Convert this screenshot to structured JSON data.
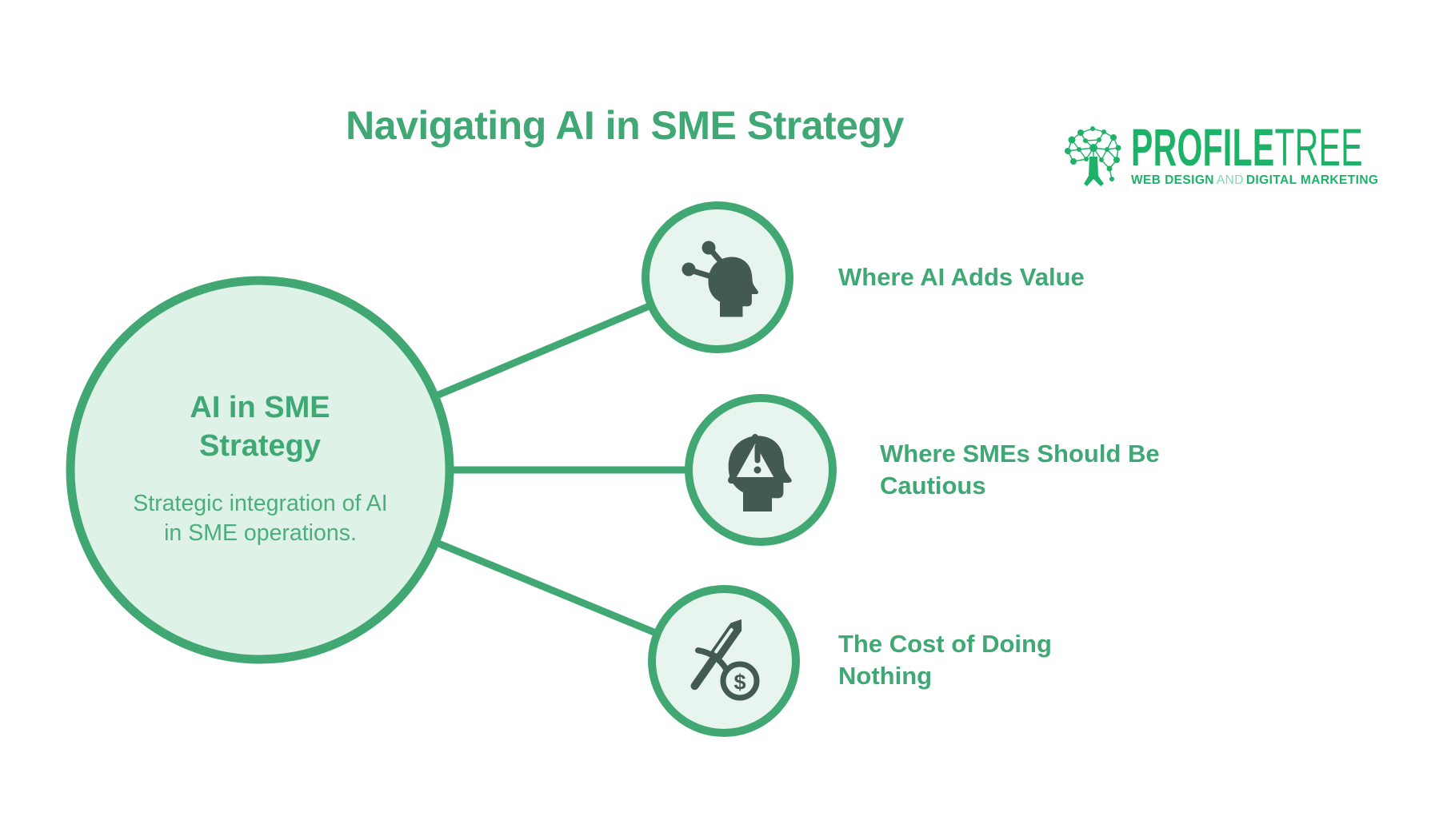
{
  "title": "Navigating AI in SME Strategy",
  "logo": {
    "brand_bold": "PROFILE",
    "brand_light": "TREE",
    "tagline_web_design": "WEB DESIGN",
    "tagline_and": "AND",
    "tagline_digital_marketing": "DIGITAL MARKETING"
  },
  "center": {
    "title": "AI in SME Strategy",
    "description": "Strategic integration of AI in SME operations."
  },
  "nodes": [
    {
      "label": "Where AI Adds Value",
      "icon": "ai-mind-head-icon"
    },
    {
      "label": "Where SMEs Should Be Cautious",
      "icon": "caution-head-icon"
    },
    {
      "label": "The Cost of Doing Nothing",
      "icon": "sword-money-icon",
      "coin_symbol": "$"
    }
  ],
  "colors": {
    "diagram_green": "#3FA874",
    "logo_green": "#1EB269",
    "central_circle_fill": "#DFF2E8",
    "node_circle_fill": "#E8F5EE",
    "icon_dark": "#435A50",
    "background": "#FFFFFF"
  }
}
